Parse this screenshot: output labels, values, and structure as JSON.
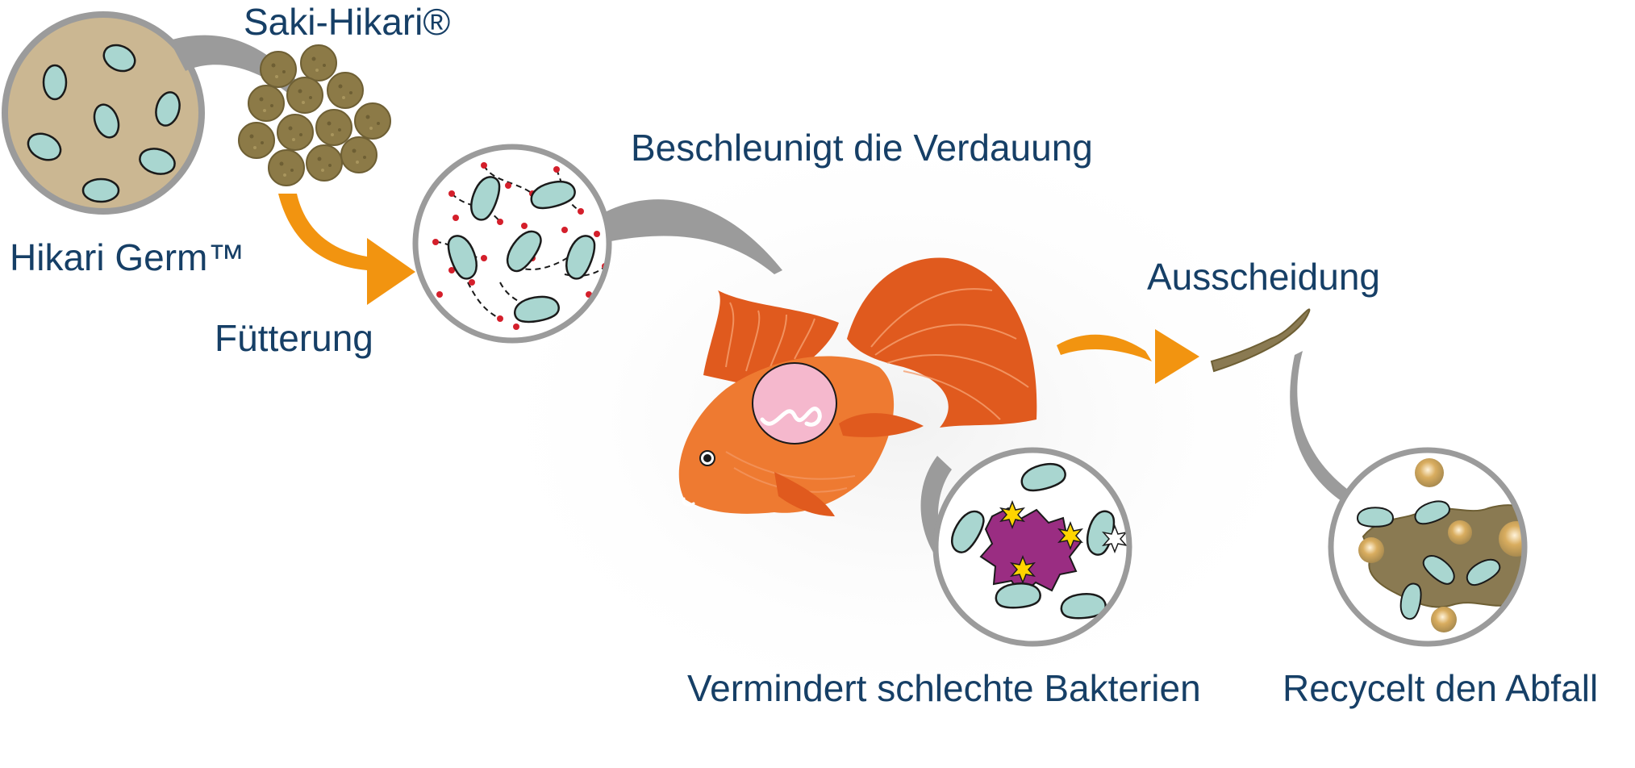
{
  "labels": {
    "saki_hikari": "Saki-Hikari®",
    "hikari_germ": "Hikari Germ™",
    "feeding": "Fütterung",
    "digestion": "Beschleunigt die Verdauung",
    "excretion": "Ausscheidung",
    "bad_bacteria": "Vermindert schlechte Bakterien",
    "recycle": "Recycelt den Abfall"
  },
  "colors": {
    "label_text": "#163f66",
    "arrow_orange": "#f29410",
    "pointer_gray": "#9b9b9b",
    "circle_border": "#9b9b9b",
    "germ_bg": "#cbb792",
    "bacteria": "#a9d6d0",
    "pellet": "#8c7a47",
    "fish_body": "#ee7a31",
    "fish_fin": "#e05a1e",
    "stomach": "#f5b8cd",
    "bad_bacteria": "#9a2d82",
    "waste": "#8a7a52",
    "nutrient_dot": "#d41f2b",
    "sparkle": "#ffd400"
  }
}
